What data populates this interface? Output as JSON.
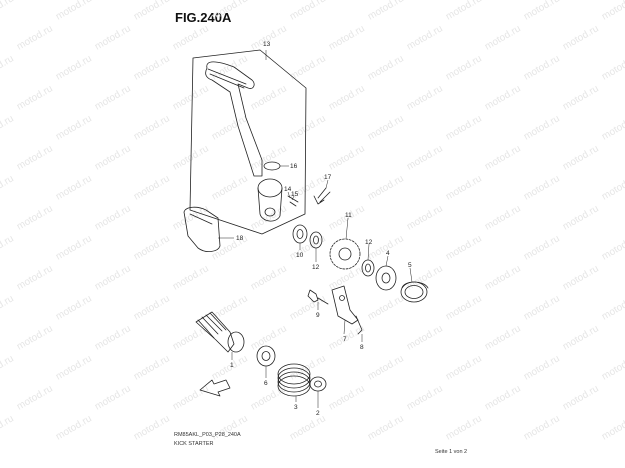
{
  "figure": {
    "title": "FIG.240A",
    "code": "RM85AKL_P03_P28_240A",
    "label": "KICK STARTER",
    "page": "Seite 1 von 2"
  },
  "watermark": "motod.ru",
  "callouts": {
    "c1": "1",
    "c2": "2",
    "c3": "3",
    "c4": "4",
    "c5": "5",
    "c6": "6",
    "c7": "7",
    "c8": "8",
    "c9": "9",
    "c10": "10",
    "c11": "11",
    "c12a": "12",
    "c12b": "12",
    "c13": "13",
    "c14": "14",
    "c15": "15",
    "c16": "16",
    "c17": "17",
    "c18": "18"
  },
  "colors": {
    "line": "#222222",
    "watermark": "#e6e6e6"
  }
}
